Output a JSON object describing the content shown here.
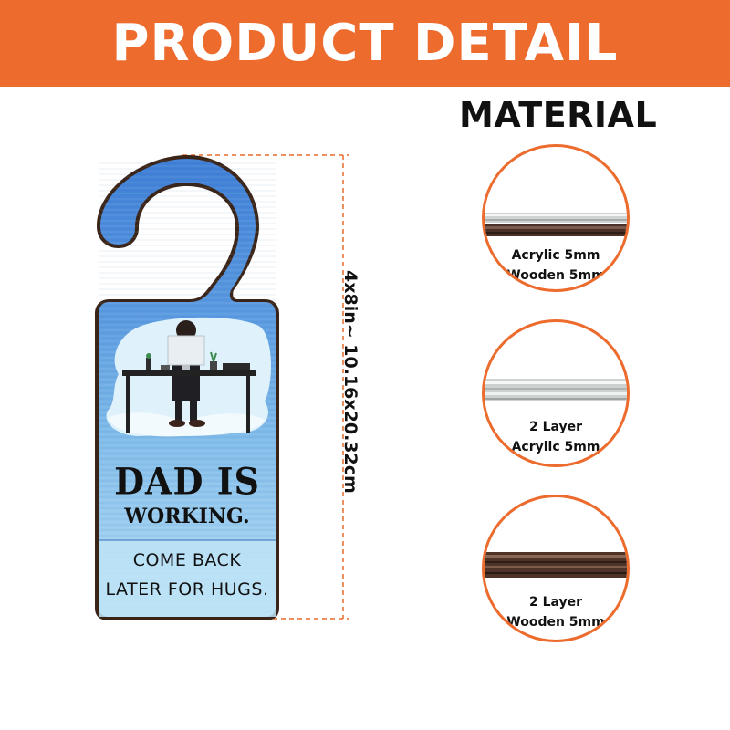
{
  "banner": {
    "title": "PRODUCT DETAIL"
  },
  "material": {
    "title": "MATERIAL"
  },
  "dimension": {
    "label": "4x8in~ 10.16x20.32cm"
  },
  "sign": {
    "line1": "DAD IS",
    "line2": "WORKING.",
    "line3": "COME BACK",
    "line4": "LATER FOR HUGS."
  },
  "options": [
    {
      "line1": "Acrylic 5mm",
      "line2": "Wooden 5mm"
    },
    {
      "line1": "2 Layer",
      "line2": "Acrylic 5mm"
    },
    {
      "line1": "2 Layer",
      "line2": "Wooden 5mm"
    }
  ],
  "colors": {
    "accent": "#ec6b2d",
    "sign_blue": "#4a8fdc",
    "sign_light": "#a9d6f2"
  }
}
